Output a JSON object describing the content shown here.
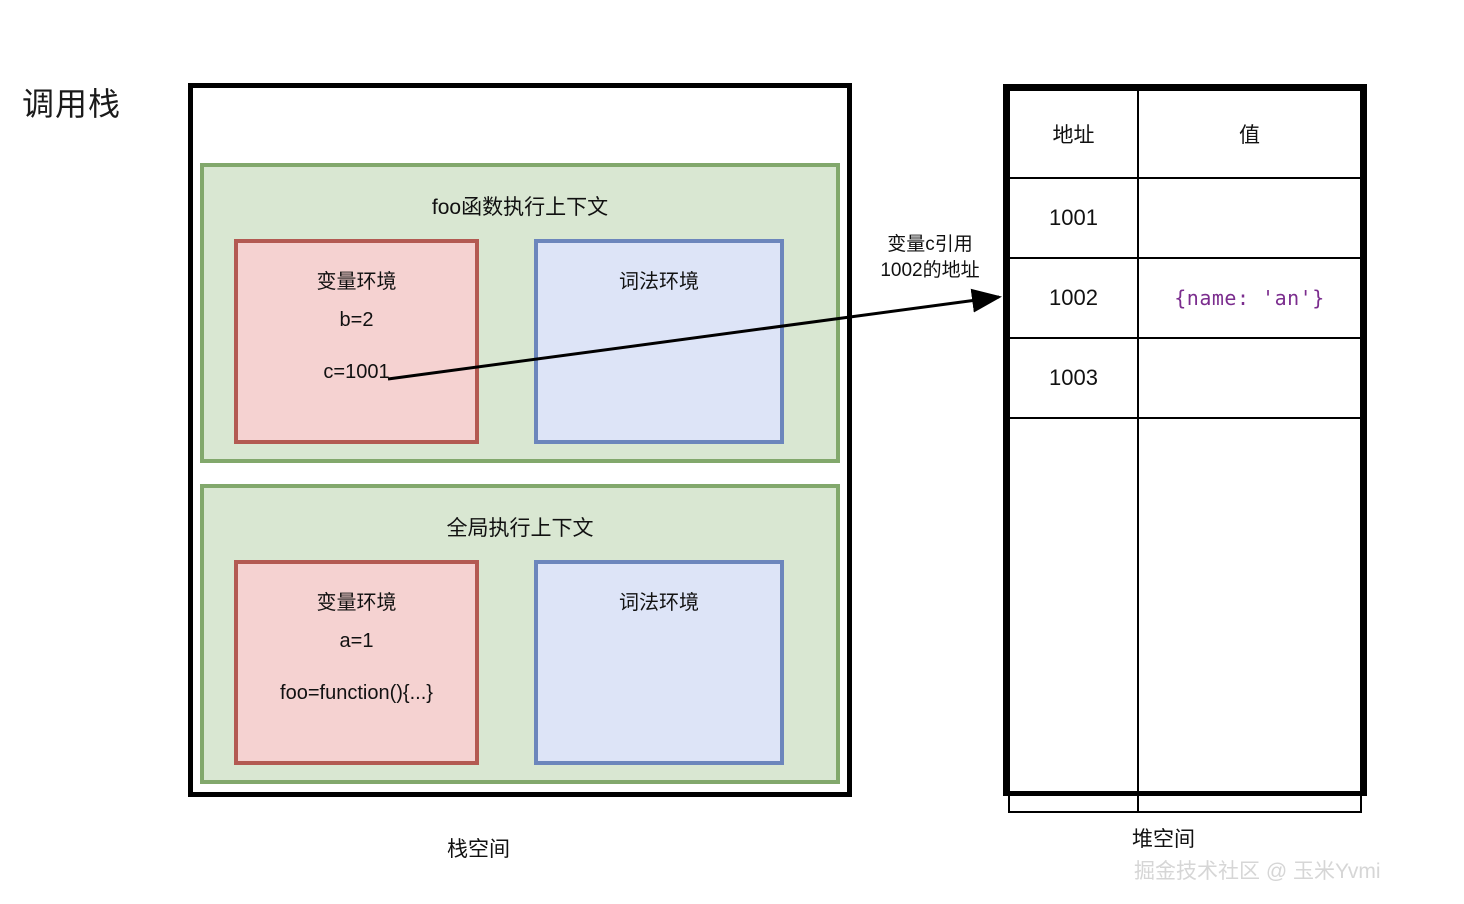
{
  "diagram": {
    "title": "调用栈"
  },
  "stack": {
    "caption": "栈空间",
    "contexts": [
      {
        "title": "foo函数执行上下文",
        "variable_env": {
          "title": "变量环境",
          "entries": [
            "b=2",
            "c=1001"
          ]
        },
        "lexical_env": {
          "title": "词法环境",
          "entries": []
        }
      },
      {
        "title": "全局执行上下文",
        "variable_env": {
          "title": "变量环境",
          "entries": [
            "a=1",
            "foo=function(){...}"
          ]
        },
        "lexical_env": {
          "title": "词法环境",
          "entries": []
        }
      }
    ]
  },
  "arrow": {
    "label_line1": "变量c引用",
    "label_line2": "1002的地址"
  },
  "heap": {
    "caption": "堆空间",
    "columns": [
      "地址",
      "值"
    ],
    "rows": [
      {
        "address": "1001",
        "value": ""
      },
      {
        "address": "1002",
        "value": "{name: 'an'}"
      },
      {
        "address": "1003",
        "value": ""
      },
      {
        "address": "",
        "value": ""
      }
    ]
  },
  "watermark": {
    "text": "掘金技术社区 @ 玉米Yvmi"
  },
  "colors": {
    "context_fill": "#d9e7d2",
    "context_border": "#82a86c",
    "variable_env_fill": "#f5d2d1",
    "variable_env_border": "#b35a52",
    "lexical_env_fill": "#dde4f7",
    "lexical_env_border": "#6c86bc",
    "heap_value_text": "#7b2d8e",
    "outline": "#000000"
  }
}
